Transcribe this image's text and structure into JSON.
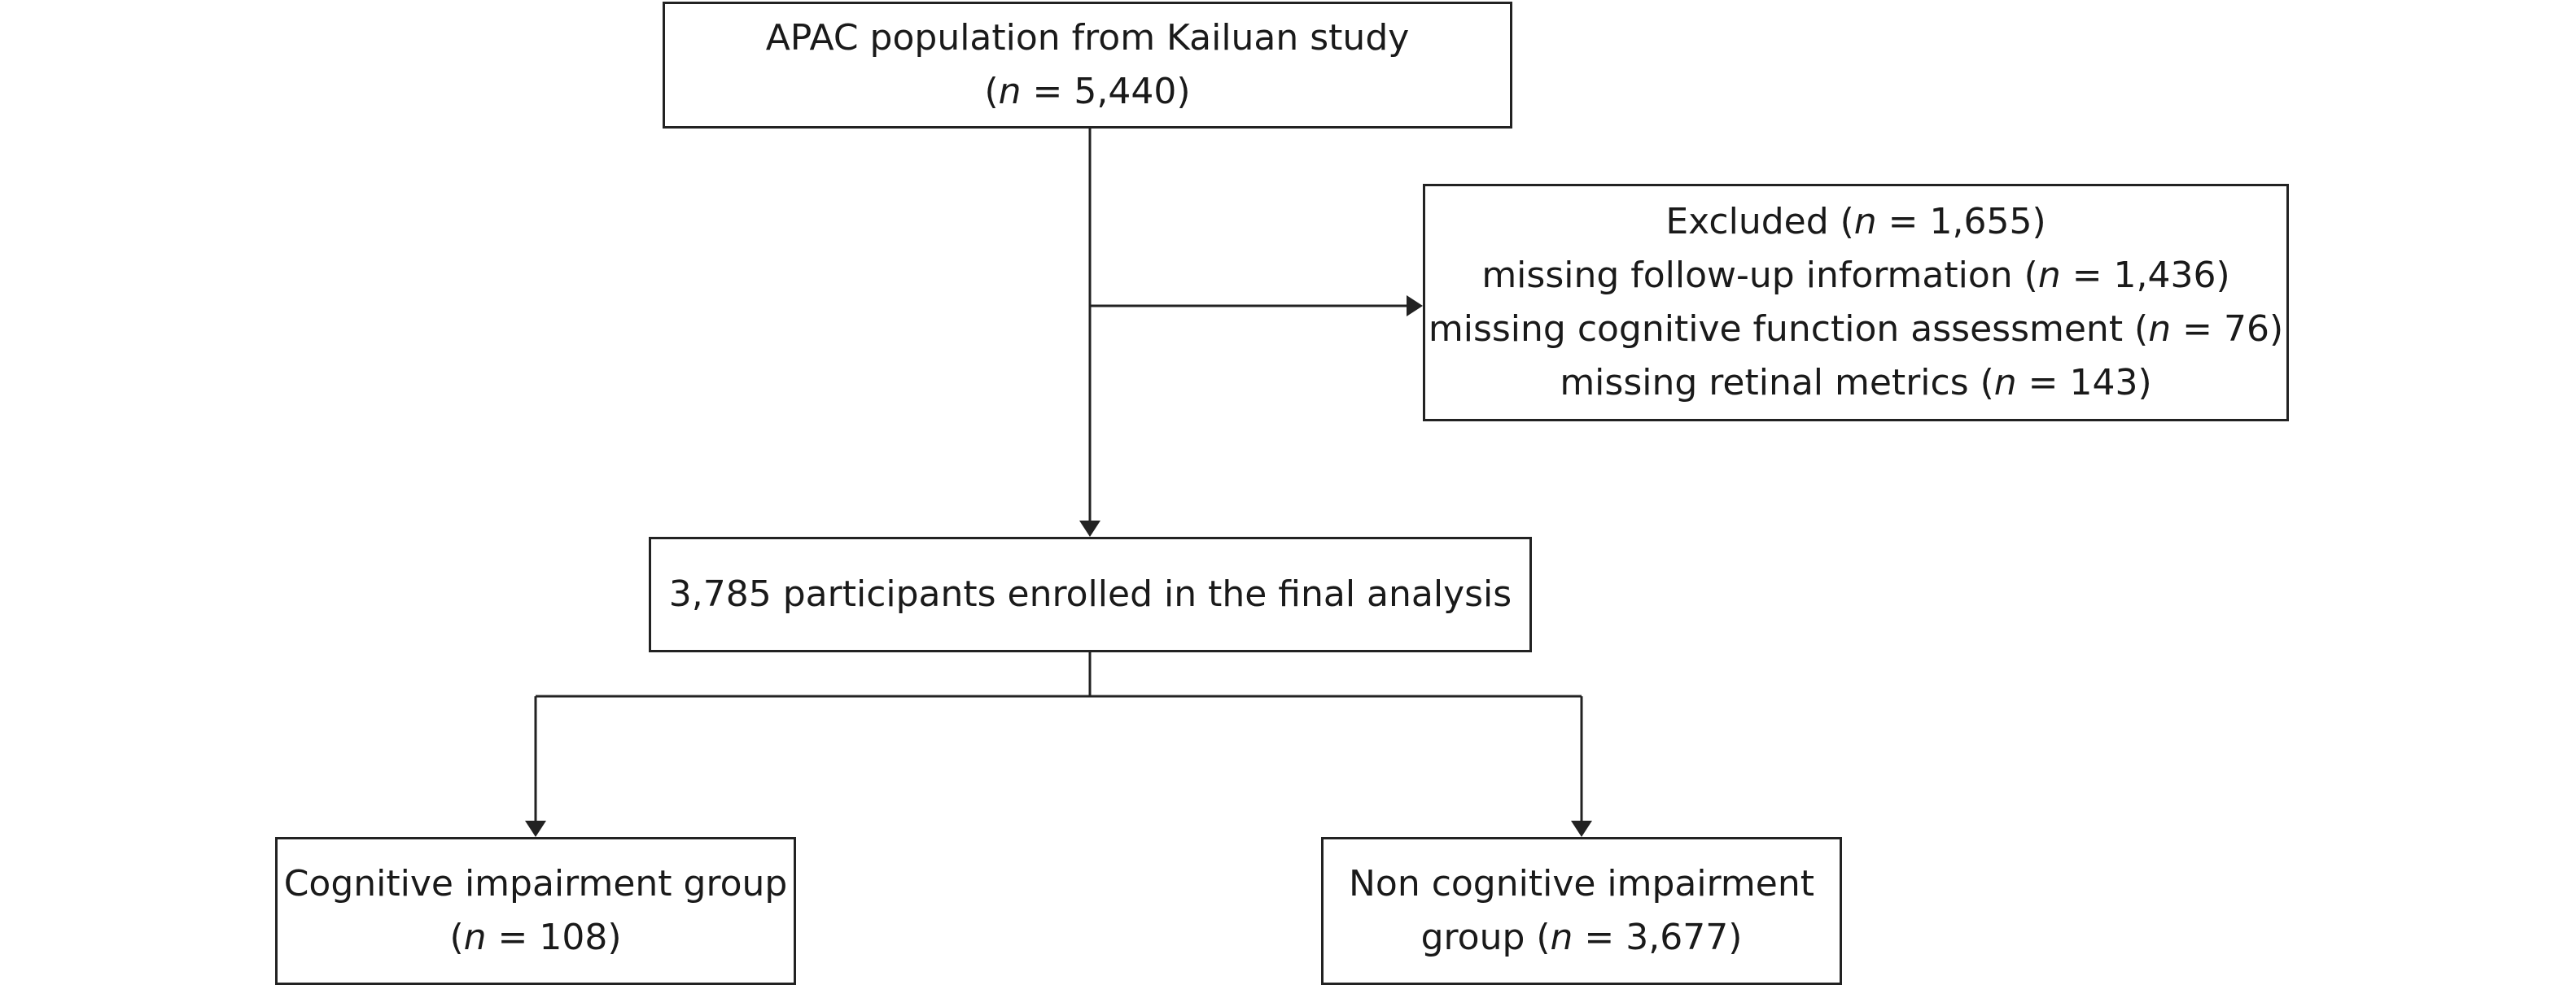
{
  "nodes": {
    "population": {
      "line1": "APAC population from Kailuan study",
      "line2_open": "(",
      "n_symbol": "n",
      "line2_rest": " = 5,440)"
    },
    "excluded": {
      "title_pre": "Excluded (",
      "title_n": "n",
      "title_post": " = 1,655)",
      "reasons": [
        {
          "pre": "missing follow-up information (",
          "n": "n",
          "post": " = 1,436)"
        },
        {
          "pre": "missing cognitive function assessment (",
          "n": "n",
          "post": " = 76)"
        },
        {
          "pre": "missing retinal metrics (",
          "n": "n",
          "post": " = 143)"
        }
      ]
    },
    "enrolled": {
      "label": "3,785 participants enrolled in the final analysis"
    },
    "cognitive_impairment": {
      "line1": "Cognitive impairment group",
      "line2_open": "(",
      "n_symbol": "n",
      "line2_rest": " = 108)"
    },
    "non_cognitive_impairment": {
      "line1": "Non cognitive impairment",
      "line2_pre": "group (",
      "n_symbol": "n",
      "line2_rest": " = 3,677)"
    }
  }
}
